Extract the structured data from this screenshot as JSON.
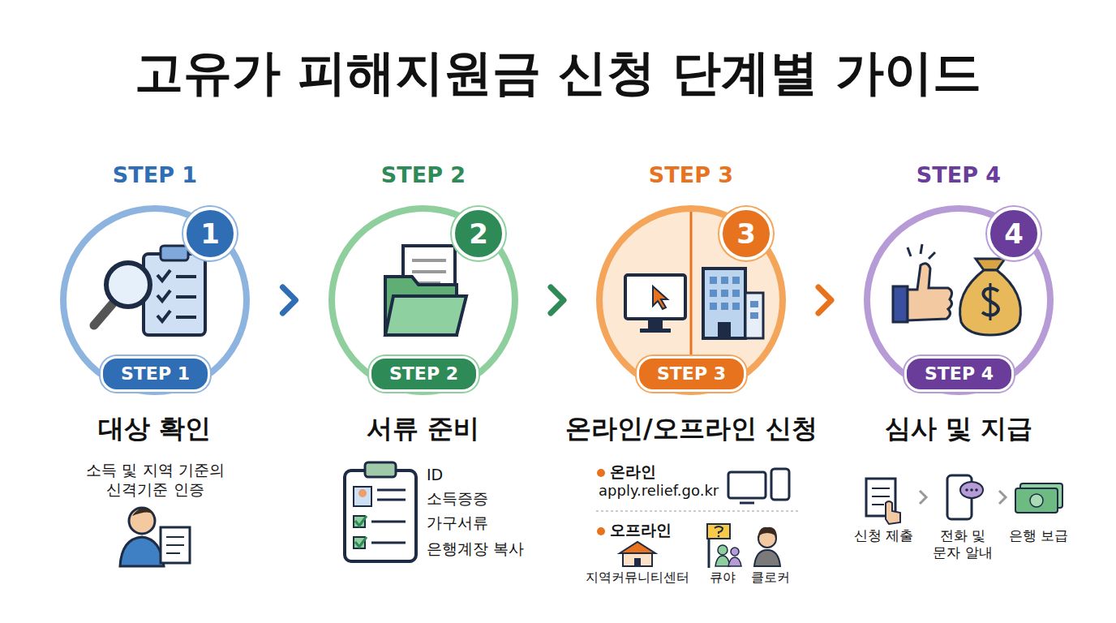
{
  "diagram": {
    "title": "고유가 피해지원금 신청 단계별 가이드",
    "nodes": [
      {
        "text": [
          "STEP 1",
          "1",
          "STEP 1"
        ]
      },
      {
        "text": [
          "STEP 2",
          "2",
          "STEP 2"
        ]
      },
      {
        "text": [
          "STEP 3",
          "3",
          "STEP 3"
        ]
      },
      {
        "text": [
          "STEP 4",
          "4",
          "STEP 4"
        ]
      }
    ],
    "edges": [
      {
        "from": 0,
        "to": 1,
        "arrow": "to"
      },
      {
        "from": 1,
        "to": 2,
        "arrow": "to"
      },
      {
        "from": 2,
        "to": 3,
        "arrow": "to"
      }
    ],
    "labels": [
      "대상 확인",
      "소득 및 지역 기준의 신격기준 인증",
      "서류 준비",
      "ID",
      "소득증증",
      "가구서류",
      "은행계장 복사",
      "온라인/오프라인 신청",
      "온라인",
      "apply.relief.go.kr",
      "오프라인",
      "지역커뮤니티센터",
      "큐야",
      "클로커",
      "심사 및 지급",
      "신청 제출",
      "전화 및 문자 알내",
      "은행 보급"
    ]
  }
}
